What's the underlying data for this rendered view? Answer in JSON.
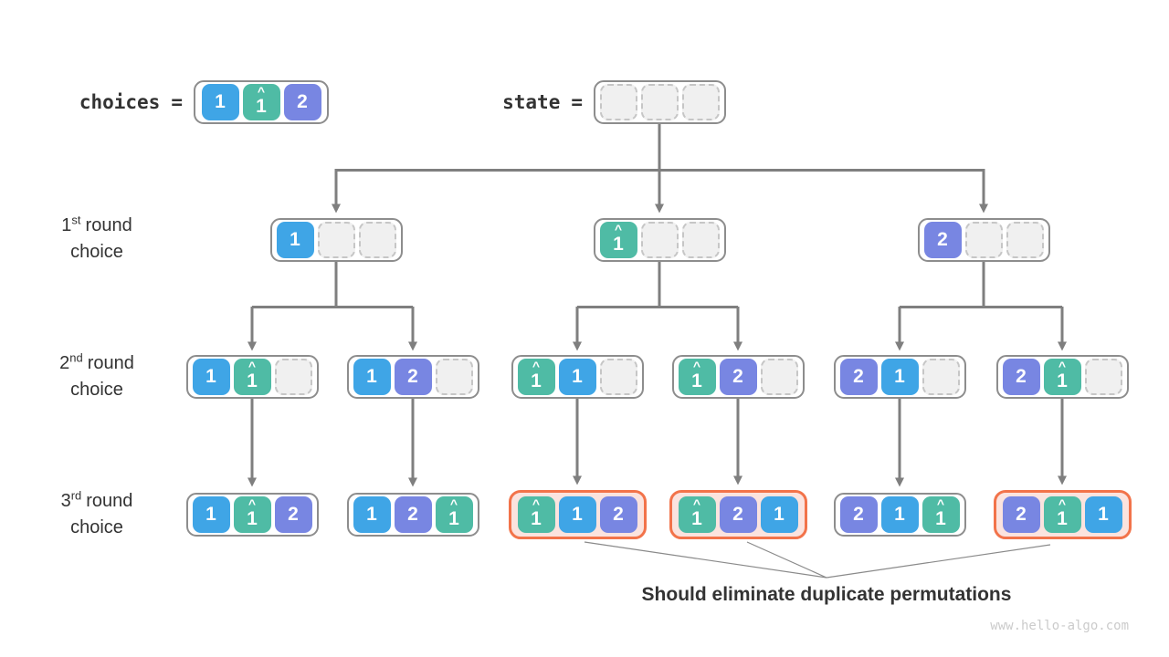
{
  "palette": {
    "blue": "#3fa5e6",
    "teal": "#4fbba5",
    "purple": "#7886e2",
    "line": "#7f7f7f",
    "thinLine": "#8a8a8a",
    "nodeBorder": "#8d8d8d",
    "emptyFill": "#f0f0f0",
    "emptyBorder": "#c6c6c6",
    "dupBorder": "#f2734a",
    "dupFill": "#fbe3de",
    "text": "#333333",
    "watermark": "#cbcbcb"
  },
  "header": {
    "choices_label": "choices",
    "choices_eq": "=",
    "choices_cells": [
      {
        "v": "1",
        "color": "blue"
      },
      {
        "v": "1",
        "hat": true,
        "color": "teal"
      },
      {
        "v": "2",
        "color": "purple"
      }
    ],
    "state_label": "state",
    "state_eq": "=",
    "state_cells": [
      null,
      null,
      null
    ]
  },
  "row_labels": [
    {
      "ordinal": "1",
      "suffix": "st",
      "rest": "round",
      "line2": "choice"
    },
    {
      "ordinal": "2",
      "suffix": "nd",
      "rest": "round",
      "line2": "choice"
    },
    {
      "ordinal": "3",
      "suffix": "rd",
      "rest": "round",
      "line2": "choice"
    }
  ],
  "tree": {
    "round1": [
      {
        "cells": [
          {
            "v": "1",
            "color": "blue"
          },
          null,
          null
        ]
      },
      {
        "cells": [
          {
            "v": "1",
            "hat": true,
            "color": "teal"
          },
          null,
          null
        ]
      },
      {
        "cells": [
          {
            "v": "2",
            "color": "purple"
          },
          null,
          null
        ]
      }
    ],
    "round2": [
      {
        "cells": [
          {
            "v": "1",
            "color": "blue"
          },
          {
            "v": "1",
            "hat": true,
            "color": "teal"
          },
          null
        ]
      },
      {
        "cells": [
          {
            "v": "1",
            "color": "blue"
          },
          {
            "v": "2",
            "color": "purple"
          },
          null
        ]
      },
      {
        "cells": [
          {
            "v": "1",
            "hat": true,
            "color": "teal"
          },
          {
            "v": "1",
            "color": "blue"
          },
          null
        ]
      },
      {
        "cells": [
          {
            "v": "1",
            "hat": true,
            "color": "teal"
          },
          {
            "v": "2",
            "color": "purple"
          },
          null
        ]
      },
      {
        "cells": [
          {
            "v": "2",
            "color": "purple"
          },
          {
            "v": "1",
            "color": "blue"
          },
          null
        ]
      },
      {
        "cells": [
          {
            "v": "2",
            "color": "purple"
          },
          {
            "v": "1",
            "hat": true,
            "color": "teal"
          },
          null
        ]
      }
    ],
    "round3": [
      {
        "cells": [
          {
            "v": "1",
            "color": "blue"
          },
          {
            "v": "1",
            "hat": true,
            "color": "teal"
          },
          {
            "v": "2",
            "color": "purple"
          }
        ],
        "duplicate": false
      },
      {
        "cells": [
          {
            "v": "1",
            "color": "blue"
          },
          {
            "v": "2",
            "color": "purple"
          },
          {
            "v": "1",
            "hat": true,
            "color": "teal"
          }
        ],
        "duplicate": false
      },
      {
        "cells": [
          {
            "v": "1",
            "hat": true,
            "color": "teal"
          },
          {
            "v": "1",
            "color": "blue"
          },
          {
            "v": "2",
            "color": "purple"
          }
        ],
        "duplicate": true
      },
      {
        "cells": [
          {
            "v": "1",
            "hat": true,
            "color": "teal"
          },
          {
            "v": "2",
            "color": "purple"
          },
          {
            "v": "1",
            "color": "blue"
          }
        ],
        "duplicate": true
      },
      {
        "cells": [
          {
            "v": "2",
            "color": "purple"
          },
          {
            "v": "1",
            "color": "blue"
          },
          {
            "v": "1",
            "hat": true,
            "color": "teal"
          }
        ],
        "duplicate": false
      },
      {
        "cells": [
          {
            "v": "2",
            "color": "purple"
          },
          {
            "v": "1",
            "hat": true,
            "color": "teal"
          },
          {
            "v": "1",
            "color": "blue"
          }
        ],
        "duplicate": true
      }
    ]
  },
  "caption": "Should eliminate duplicate permutations",
  "watermark": "www.hello-algo.com"
}
